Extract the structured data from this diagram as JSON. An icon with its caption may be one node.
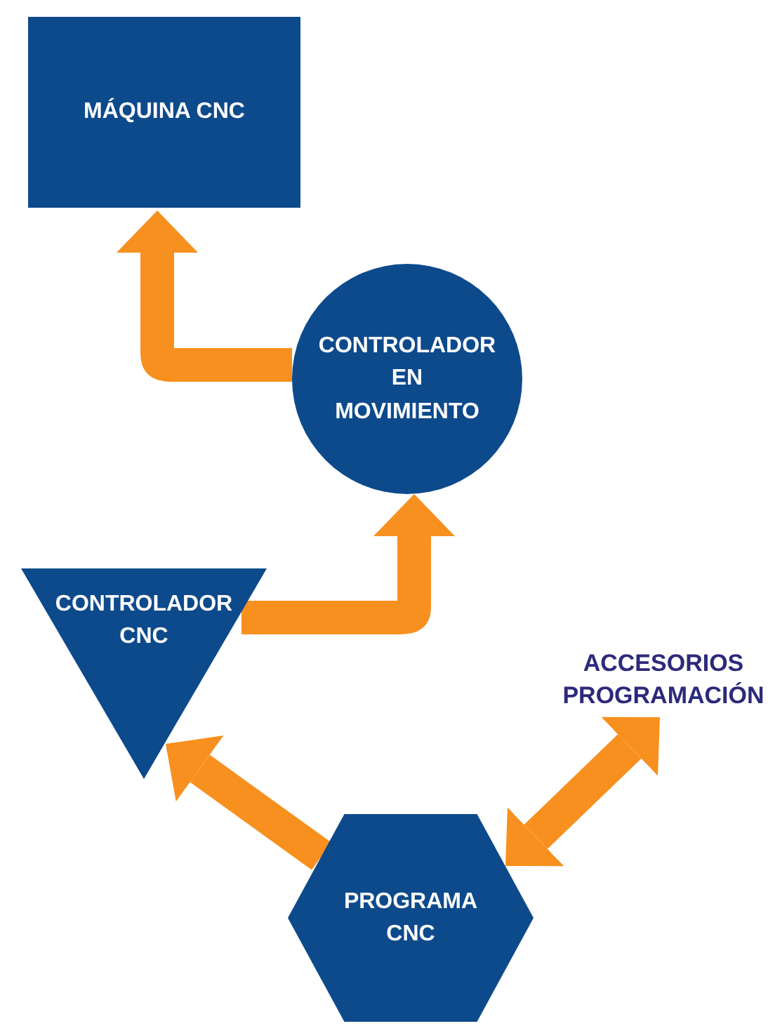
{
  "diagram": {
    "nodes": [
      {
        "text": [
          "MÁQUINA CNC"
        ]
      },
      {
        "text": [
          "CONTROLADOR EN MOVIMIENTO"
        ]
      },
      {
        "text": [
          "CONTROLADOR CNC"
        ]
      },
      {
        "text": [
          "PROGRAMA CNC"
        ]
      },
      {
        "text": [
          "ACCESORIOS PROGRAMACIÓN"
        ]
      }
    ],
    "edges": [
      {
        "from": 1,
        "to": 0,
        "arrow": "to"
      },
      {
        "from": 2,
        "to": 1,
        "arrow": "to"
      },
      {
        "from": 3,
        "to": 2,
        "arrow": "to"
      },
      {
        "from": 3,
        "to": 4,
        "arrow": "both"
      }
    ]
  }
}
